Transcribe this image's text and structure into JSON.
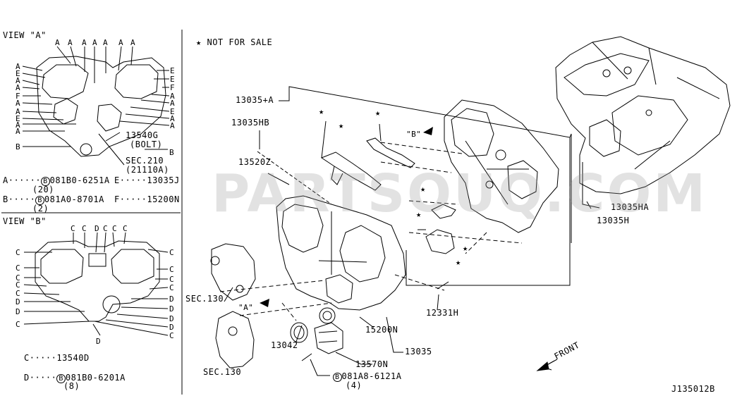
{
  "view_a": {
    "title": "VIEW \"A\"",
    "top_letters": [
      "A",
      "A",
      "A",
      "A",
      "A",
      "A",
      "A"
    ],
    "left_letters": [
      "A",
      "E",
      "A",
      "A",
      "F",
      "A",
      "A",
      "E",
      "A",
      "A"
    ],
    "right_letters": [
      "E",
      "E",
      "F",
      "A",
      "A",
      "E",
      "A",
      "A"
    ],
    "bottom_left": "B",
    "bottom_right": "B",
    "bolt_part": "13540G",
    "bolt_note": "(BOLT)",
    "sec_ref": "SEC.210",
    "sec_sub": "(21110A)"
  },
  "legend_a": [
    {
      "key": "A",
      "circle": "B",
      "part": "081B0-6251A",
      "qty": "(20)"
    },
    {
      "key": "E",
      "part": "13035J"
    },
    {
      "key": "B",
      "circle": "B",
      "part": "081A0-8701A",
      "qty": "(2)"
    },
    {
      "key": "F",
      "part": "15200N"
    }
  ],
  "view_b": {
    "title": "VIEW \"B\"",
    "top_letters": [
      "C",
      "C",
      "D",
      "C",
      "C",
      "C"
    ],
    "left_letters": [
      "C",
      "C",
      "C",
      "C",
      "C",
      "D",
      "D",
      "C"
    ],
    "right_letters": [
      "C",
      "C",
      "C",
      "C",
      "D",
      "D",
      "D",
      "D",
      "C"
    ],
    "bottom": "D"
  },
  "legend_b": [
    {
      "key": "C",
      "part": "13540D"
    },
    {
      "key": "D",
      "circle": "B",
      "part": "081B0-6201A",
      "qty": "(8)"
    }
  ],
  "header_note": "NOT FOR SALE",
  "star": "★",
  "part_labels": {
    "p13035_a": "13035+A",
    "p13035hb": "13035HB",
    "p13520z": "13520Z",
    "p13035ha": "13035HA",
    "p13035h": "13035H",
    "sec130_upper": "SEC.130",
    "sec130_lower": "SEC.130",
    "p12331h": "12331H",
    "p15200n": "15200N",
    "p13042": "13042",
    "p13035": "13035",
    "p13570n": "13570N",
    "bolt_code": "081A8-6121A",
    "bolt_qty": "(4)",
    "view_a_arrow": "\"A\"",
    "view_b_arrow": "\"B\""
  },
  "front_label": "FRONT",
  "watermark": "PARTSOUQ.COM",
  "diagram_code": "J135012B"
}
